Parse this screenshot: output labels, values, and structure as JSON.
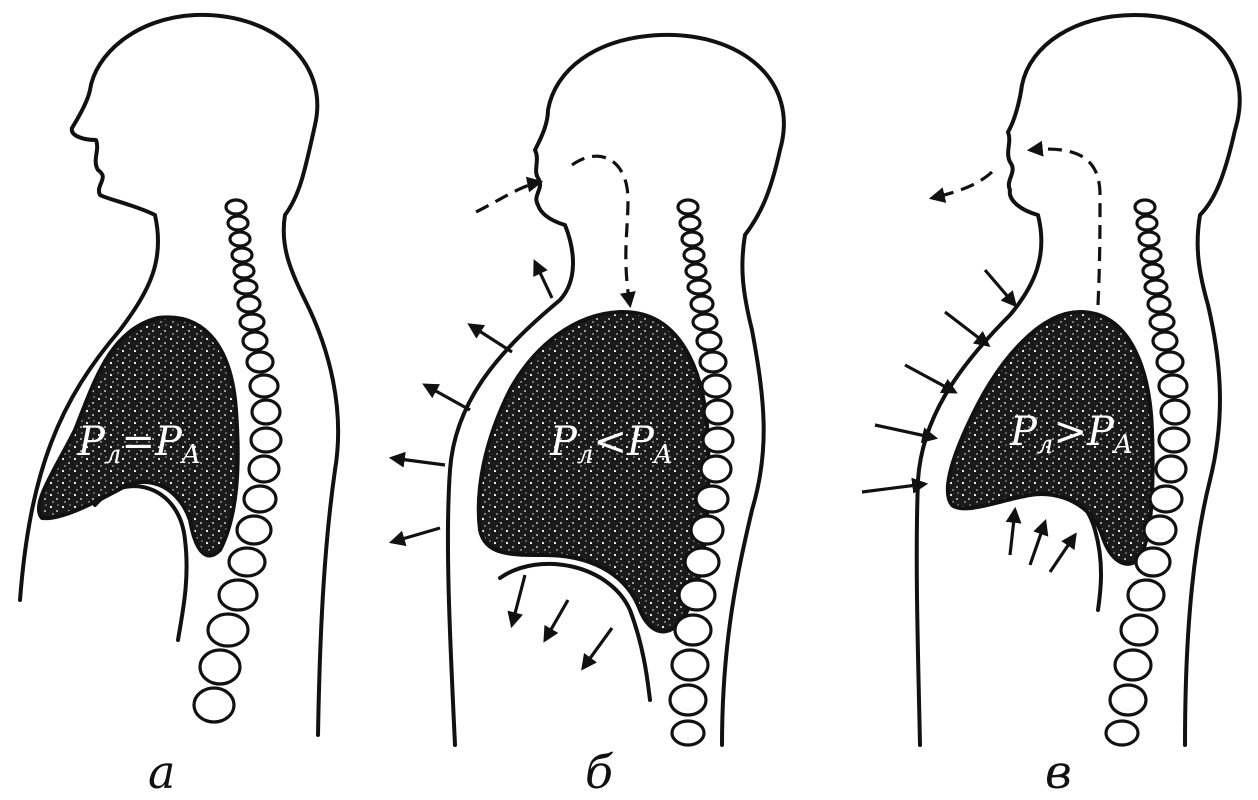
{
  "panels": [
    {
      "label": "а",
      "formula": {
        "left": "P",
        "left_sub": "л",
        "relation": "=",
        "right": "P",
        "right_sub": "A"
      }
    },
    {
      "label": "б",
      "formula": {
        "left": "P",
        "left_sub": "л",
        "relation": "<",
        "right": "P",
        "right_sub": "A"
      }
    },
    {
      "label": "в",
      "formula": {
        "left": "P",
        "left_sub": "л",
        "relation": ">",
        "right": "P",
        "right_sub": "A"
      }
    }
  ]
}
